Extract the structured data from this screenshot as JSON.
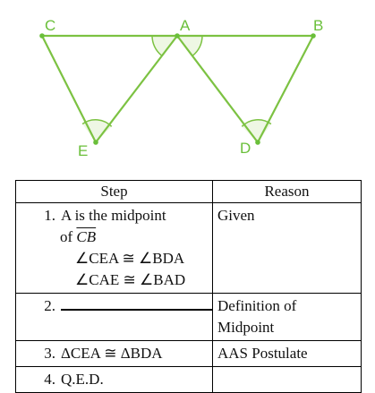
{
  "figure": {
    "points": {
      "A": "A",
      "B": "B",
      "C": "C",
      "D": "D",
      "E": "E"
    },
    "colors": {
      "line": "#7cc242",
      "label": "#6abf3a",
      "angle_fill": "#eef7e4"
    }
  },
  "proof": {
    "headers": {
      "step": "Step",
      "reason": "Reason"
    },
    "rows": [
      {
        "num": "1.",
        "step_line1": "A is the midpoint",
        "step_of": "of ",
        "segment": "CB",
        "step_line3": "∠CEA ≅ ∠BDA",
        "step_line4": "∠CAE ≅ ∠BAD",
        "reason": "Given"
      },
      {
        "num": "2.",
        "reason_line1": "Definition of",
        "reason_line2": "Midpoint"
      },
      {
        "num": "3.",
        "step": "ΔCEA ≅ ΔBDA",
        "reason": "AAS Postulate"
      },
      {
        "num": "4.",
        "step": "Q.E.D.",
        "reason": ""
      }
    ]
  }
}
